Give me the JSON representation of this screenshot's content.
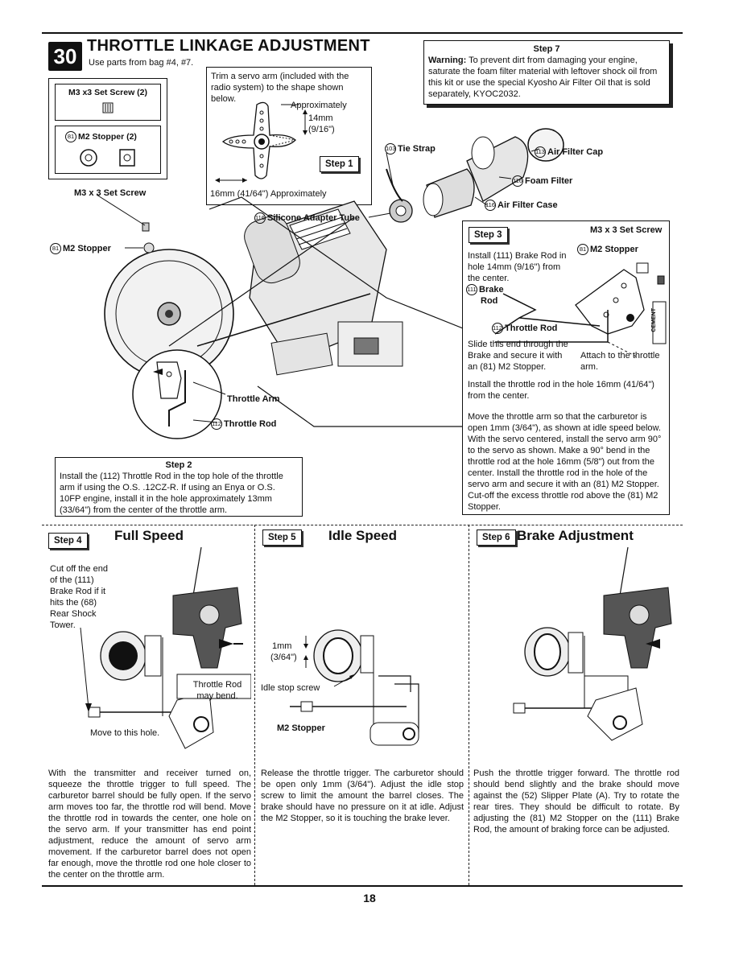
{
  "header": {
    "section_number": "30",
    "title": "THROTTLE LINKAGE ADJUSTMENT",
    "subtitle": "Use parts from bag #4, #7."
  },
  "parts": {
    "set_screw": "M3 x3 Set Screw (2)",
    "stopper_num": "81",
    "stopper": "M2 Stopper (2)"
  },
  "step1": {
    "text": "Trim a servo arm (included with the radio system) to the shape shown below.",
    "approx": "Approximately",
    "dim1": "14mm",
    "dim1b": "(9/16\")",
    "dim2": "16mm (41/64\") Approximately",
    "badge": "Step 1"
  },
  "step7": {
    "title": "Step 7",
    "warning_label": "Warning:",
    "text": "To prevent dirt from damaging your engine, saturate the foam filter material with leftover shock oil from this kit or use the special Kyosho Air Filter Oil that is sold separately, KYOC2032."
  },
  "labels": {
    "tie_strap_num": "103",
    "tie_strap": "Tie Strap",
    "air_cap_num": "113",
    "air_cap": "Air Filter Cap",
    "foam_num": "116",
    "foam": "Foam Filter",
    "case_num": "116",
    "case": "Air Filter Case",
    "silicone_num": "116",
    "silicone": "Silicone Adapter Tube",
    "m3_screw": "M3 x 3 Set Screw",
    "m2_num": "81",
    "m2": "M2 Stopper",
    "throttle_arm": "Throttle Arm",
    "throttle_rod_num": "112",
    "throttle_rod": "Throttle Rod"
  },
  "step3": {
    "badge": "Step 3",
    "screw": "M3 x 3 Set Screw",
    "stopper_num": "81",
    "stopper": "M2 Stopper",
    "install": "Install (111) Brake Rod in hole 14mm (9/16\") from the center.",
    "brake_num": "111",
    "brake": "Brake",
    "brake2": "Rod",
    "cement": "CEMENT",
    "rod_num": "112",
    "rod": "Throttle Rod",
    "slide": "Slide this end through the Brake and secure it with an (81) M2 Stopper.",
    "attach": "Attach to the throttle arm.",
    "p1": "Install the throttle rod in the hole 16mm (41/64\") from the center.",
    "p2": "Move the throttle arm so that the carburetor is open 1mm (3/64\"), as shown at idle speed below. With the servo centered, install the servo arm 90° to the servo as shown. Make a 90° bend in the throttle rod at the hole 16mm (5/8\") out from the center. Install the throttle rod in the hole of the servo arm and secure it with an (81) M2 Stopper. Cut-off the excess throttle rod above the (81) M2 Stopper."
  },
  "step2": {
    "title": "Step 2",
    "text": "Install the (112) Throttle Rod in the top hole of the throttle arm if using the O.S. .12CZ-R. If using an Enya or O.S. 10FP engine, install it in the hole approximately 13mm (33/64\") from the center of the throttle arm."
  },
  "step4": {
    "badge": "Step 4",
    "title": "Full Speed",
    "cut": "Cut off the end of the (111) Brake Rod if it hits the (68) Rear Shock Tower.",
    "rod_bend": "Throttle Rod may bend.",
    "move": "Move to this hole.",
    "text": "With the transmitter and receiver turned on, squeeze the throttle trigger to full speed. The carburetor barrel should be fully open. If the servo arm moves too far, the throttle rod will bend. Move the throttle rod in towards the center, one hole on the servo arm. If your transmitter has end point adjustment, reduce the amount of servo arm movement. If the carburetor barrel does not open far enough, move the throttle rod one hole closer to the center on the throttle arm."
  },
  "step5": {
    "badge": "Step 5",
    "title": "Idle Speed",
    "dim": "1mm",
    "dim2": "(3/64\")",
    "screw": "Idle stop screw",
    "stopper": "M2 Stopper",
    "text": "Release the throttle trigger. The carburetor should be open only 1mm (3/64\"). Adjust the idle stop screw to limit the amount the barrel closes. The brake should have no pressure on it at idle. Adjust the M2 Stopper, so it is touching the brake lever."
  },
  "step6": {
    "badge": "Step 6",
    "title": "Brake Adjustment",
    "text": "Push the throttle trigger forward. The throttle rod should bend slightly and the brake should move against the (52) Slipper Plate (A). Try to rotate the rear tires. They should be difficult to rotate. By adjusting the (81) M2 Stopper on the (111) Brake Rod, the amount of braking force can be adjusted."
  },
  "footer": {
    "page": "18"
  }
}
